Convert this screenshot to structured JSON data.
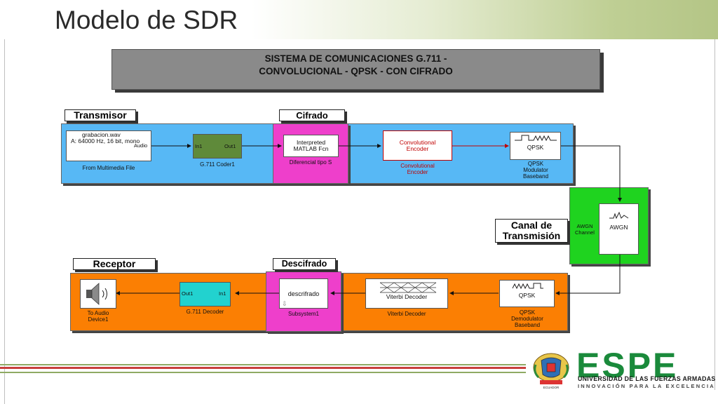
{
  "slide": {
    "title": "Modelo de SDR"
  },
  "model": {
    "banner_line1": "SISTEMA DE COMUNICACIONES G.711 -",
    "banner_line2": "CONVOLUCIONAL - QPSK - CON CIFRADO"
  },
  "sections": {
    "transmisor": "Transmisor",
    "cifrado": "Cifrado",
    "canal_line1": "Canal de",
    "canal_line2": "Transmisión",
    "receptor": "Receptor",
    "descifrado": "Descifrado"
  },
  "blocks": {
    "multimedia": {
      "line1": "grabacion.wav",
      "line2": "A: 64000 Hz, 16 bit, mono",
      "port": "Audio",
      "caption": "From Multimedia File"
    },
    "coder": {
      "in": "In1",
      "out": "Out1",
      "caption": "G.711 Coder1"
    },
    "fcn": {
      "line1": "Interpreted",
      "line2": "MATLAB Fcn",
      "caption": "Diferencial tipo S"
    },
    "conv_enc": {
      "line1": "Convolutional",
      "line2": "Encoder",
      "cap1": "Convolutional",
      "cap2": "Encoder"
    },
    "qpsk_mod": {
      "label": "QPSK",
      "cap1": "QPSK",
      "cap2": "Modulator",
      "cap3": "Baseband"
    },
    "awgn": {
      "label": "AWGN",
      "side1": "AWGN",
      "side2": "Channel"
    },
    "qpsk_demod": {
      "label": "QPSK",
      "cap1": "QPSK",
      "cap2": "Demodulator",
      "cap3": "Baseband"
    },
    "viterbi": {
      "label": "Viterbi Decoder",
      "caption": "Viterbi Decoder"
    },
    "subsystem": {
      "label": "descrifrado",
      "caption": "Subsystem1"
    },
    "decoder": {
      "out": "Out1",
      "in": "In1",
      "caption": "G.711 Decoder"
    },
    "audio_out": {
      "cap1": "To Audio",
      "cap2": "Device1"
    }
  },
  "logo": {
    "name": "ESPE",
    "university": "UNIVERSIDAD DE LAS FUERZAS ARMADAS",
    "motto": "INNOVACIÓN PARA LA EXCELENCIA",
    "emblem_text": "ECUADOR"
  },
  "colors": {
    "tx_area": "#57b8f5",
    "cipher_area": "#ee3fcb",
    "channel_area": "#1fd31f",
    "rx_area": "#fb7f03",
    "coder_block": "#5f8a3a",
    "decoder_block": "#22d2cf",
    "brand_green": "#1a8a3b"
  }
}
